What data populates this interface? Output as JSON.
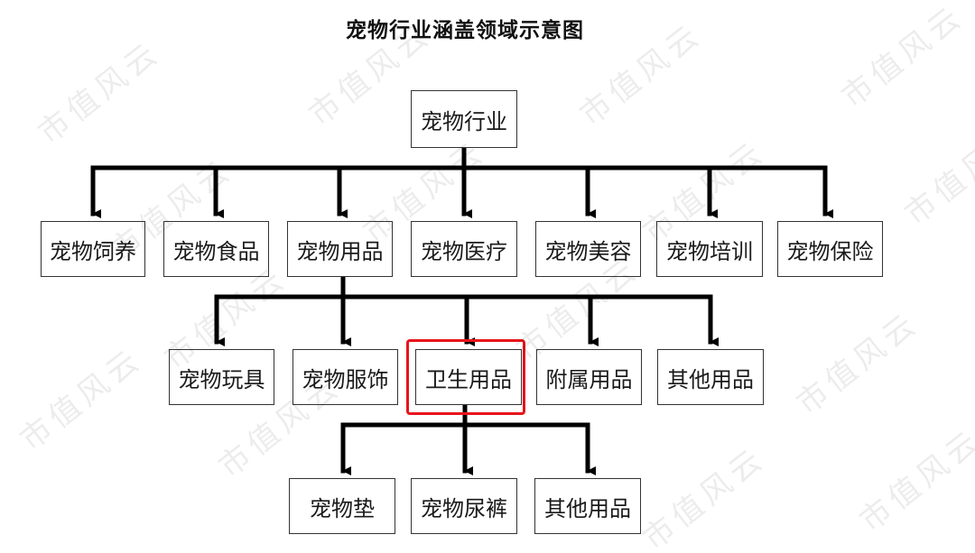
{
  "title": "宠物行业涵盖领域示意图",
  "watermark_text": "市值风云",
  "colors": {
    "line": "#000000",
    "box_border": "#333333",
    "highlight": "#e8141b"
  },
  "root": {
    "label": "宠物行业"
  },
  "level1": [
    {
      "label": "宠物饲养"
    },
    {
      "label": "宠物食品"
    },
    {
      "label": "宠物用品"
    },
    {
      "label": "宠物医疗"
    },
    {
      "label": "宠物美容"
    },
    {
      "label": "宠物培训"
    },
    {
      "label": "宠物保险"
    }
  ],
  "level2": [
    {
      "label": "宠物玩具"
    },
    {
      "label": "宠物服饰"
    },
    {
      "label": "卫生用品"
    },
    {
      "label": "附属用品"
    },
    {
      "label": "其他用品"
    }
  ],
  "level3": [
    {
      "label": "宠物垫"
    },
    {
      "label": "宠物尿裤"
    },
    {
      "label": "其他用品"
    }
  ]
}
